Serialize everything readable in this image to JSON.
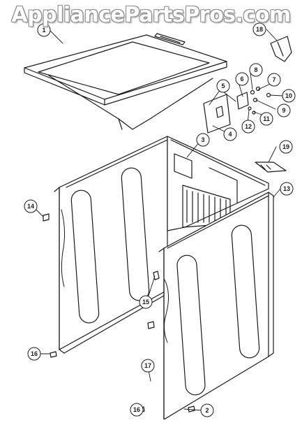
{
  "watermark": "AppliancePartsPros.com",
  "callouts": [
    {
      "id": "1",
      "label": "1"
    },
    {
      "id": "2",
      "label": "2"
    },
    {
      "id": "3",
      "label": "3"
    },
    {
      "id": "4",
      "label": "4"
    },
    {
      "id": "5",
      "label": "5"
    },
    {
      "id": "6",
      "label": "6"
    },
    {
      "id": "7",
      "label": "7"
    },
    {
      "id": "8",
      "label": "8"
    },
    {
      "id": "9",
      "label": "9"
    },
    {
      "id": "10",
      "label": "10"
    },
    {
      "id": "11",
      "label": "11"
    },
    {
      "id": "12",
      "label": "12"
    },
    {
      "id": "13",
      "label": "13"
    },
    {
      "id": "14",
      "label": "14"
    },
    {
      "id": "15",
      "label": "15"
    },
    {
      "id": "16a",
      "label": "16"
    },
    {
      "id": "16b",
      "label": "16"
    },
    {
      "id": "17",
      "label": "17"
    },
    {
      "id": "18",
      "label": "18"
    },
    {
      "id": "19",
      "label": "19"
    }
  ],
  "colors": {
    "line": "#1a1a1a",
    "background": "#ffffff",
    "watermark_outline": "#8a8a8a"
  }
}
